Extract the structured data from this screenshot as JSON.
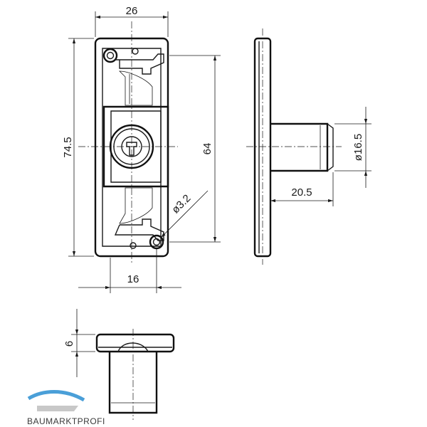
{
  "dimensions": {
    "width_26": "26",
    "height_74_5": "74.5",
    "hole_spacing_64": "64",
    "hole_diameter": "ø3.2",
    "offset_16": "16",
    "cylinder_diameter": "ø16.5",
    "cylinder_length": "20.5",
    "flange_thickness": "6"
  },
  "logo": {
    "text": "BAUMARKTPROFI",
    "accent": "#4a9fd8"
  },
  "colors": {
    "line": "#1a1a1a",
    "background": "#ffffff"
  }
}
